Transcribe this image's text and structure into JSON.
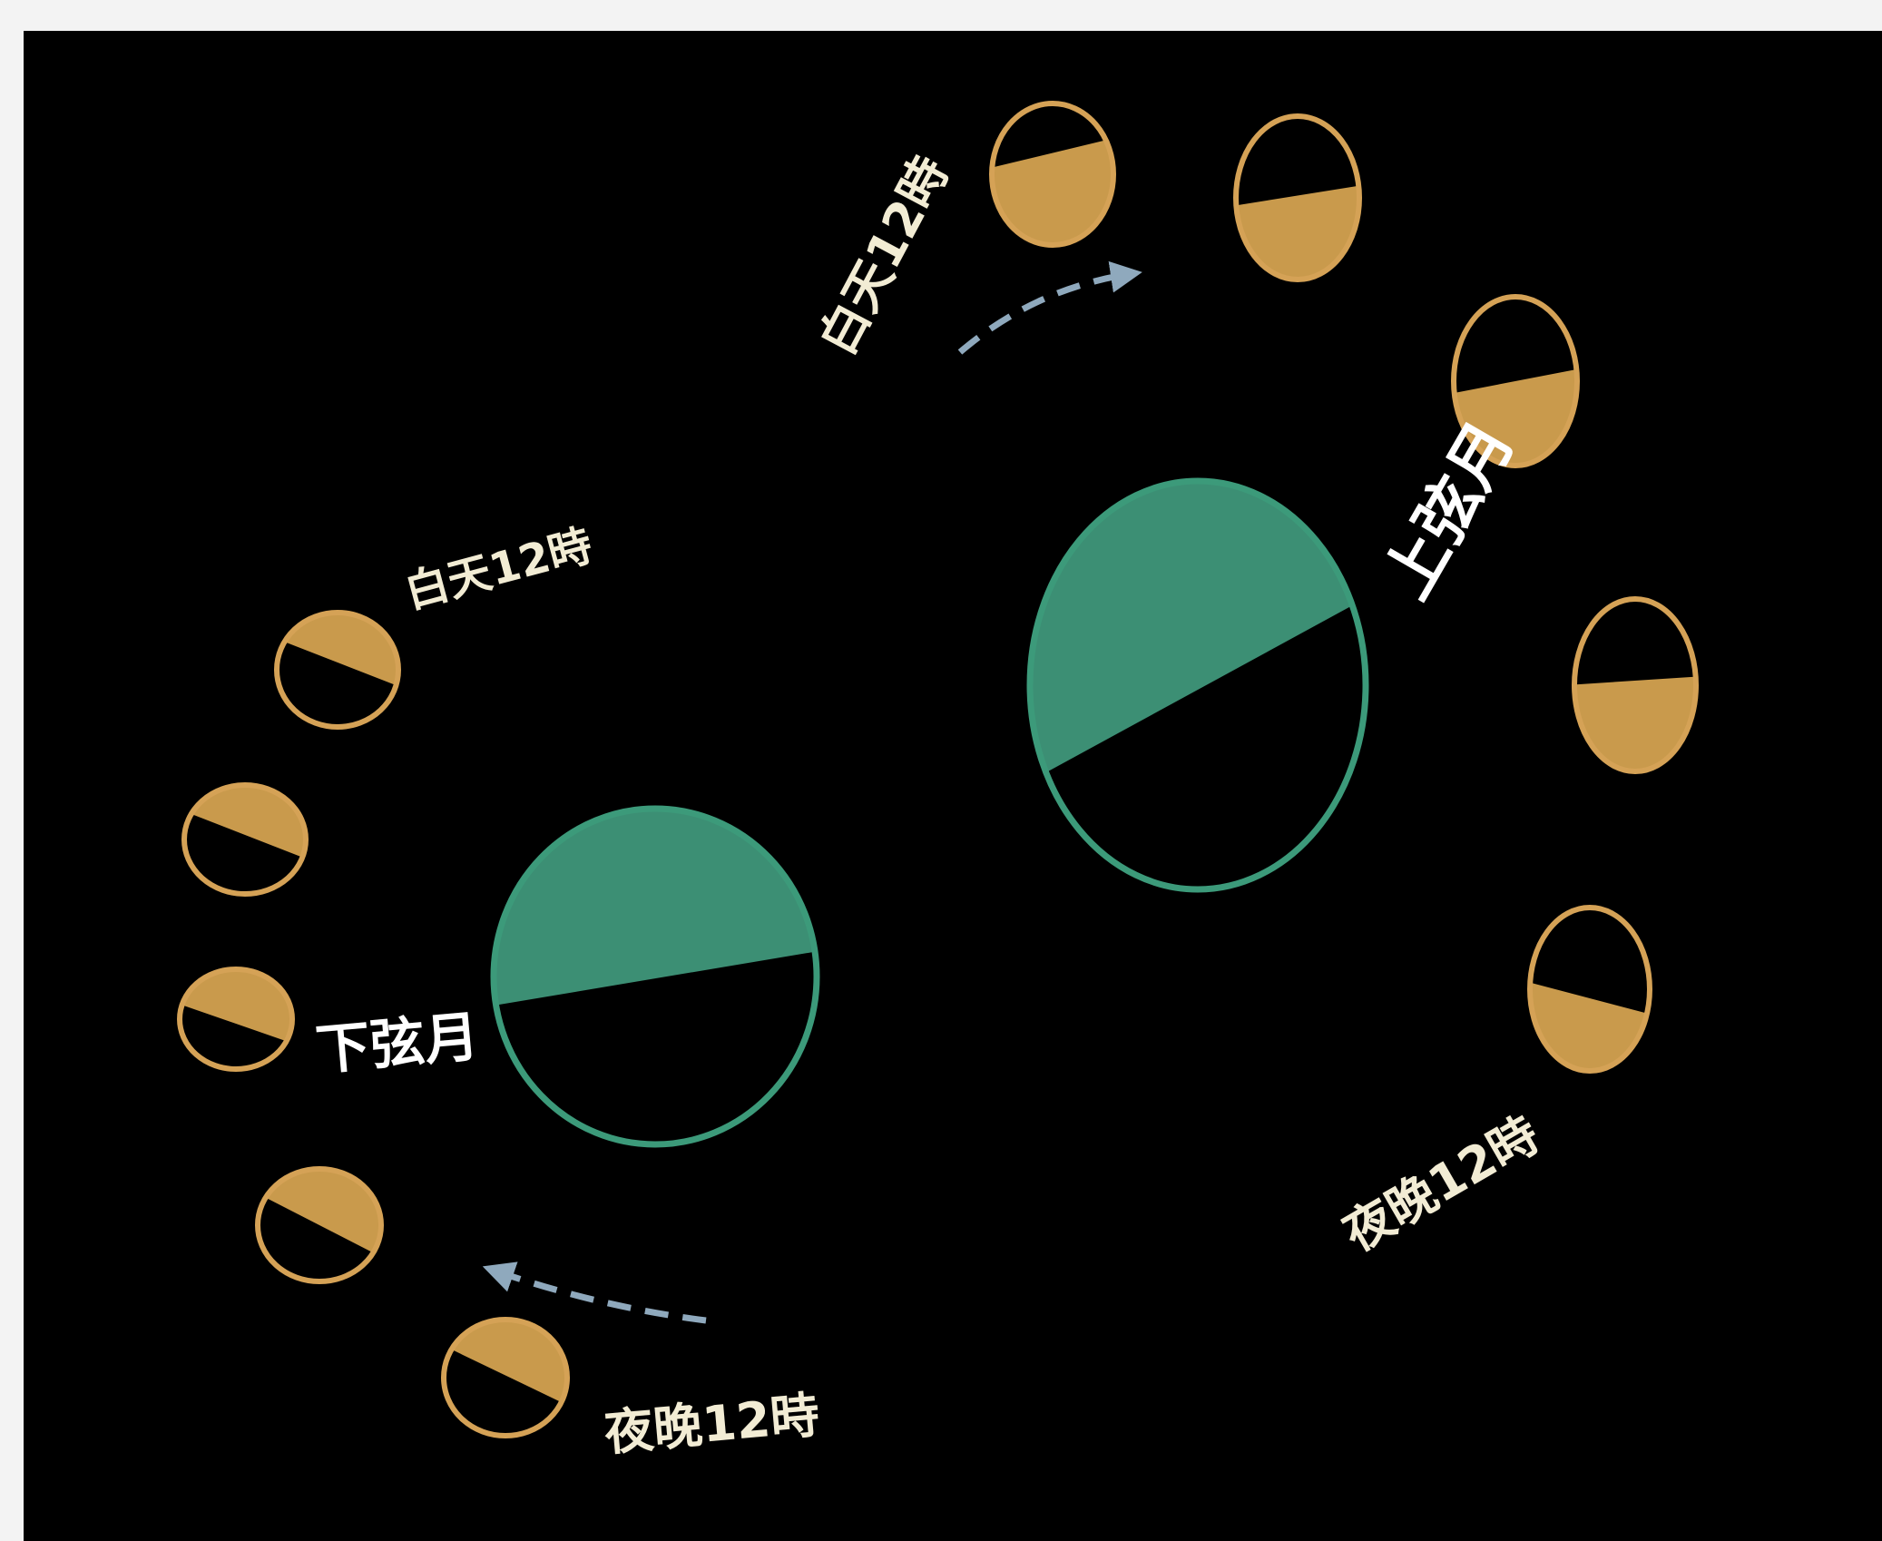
{
  "colors": {
    "frame_background": "#f3f3f3",
    "panel_background": "#000000",
    "large_moon_fill": "#3c8f74",
    "large_moon_outline": "#3c9a7a",
    "small_moon_fill": "#c99a4c",
    "small_moon_outline": "#d5a256",
    "arrow_color": "#8fa9bd",
    "label_light": "#f2ecd4",
    "label_white": "#ffffff"
  },
  "labels": {
    "first_quarter": "上弦月",
    "last_quarter": "下弦月",
    "noon_top": "白天12時",
    "noon_left": "白天12時",
    "midnight_right": "夜晚12時",
    "midnight_bottom": "夜晚12時"
  },
  "icons": {
    "large_moon": "moon-phase-icon",
    "small_moon": "moon-phase-icon",
    "arrow": "dashed-arrow-icon"
  }
}
